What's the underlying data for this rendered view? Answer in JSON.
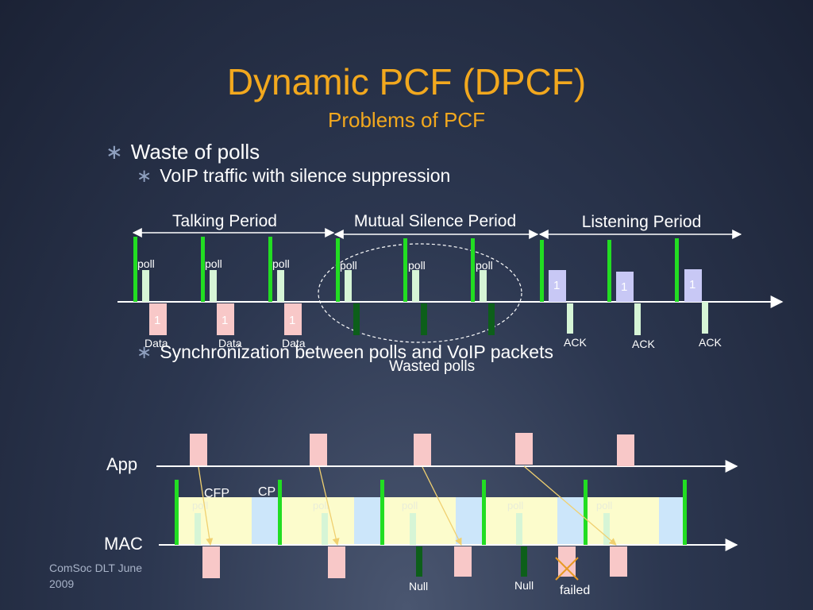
{
  "slide": {
    "title": "Dynamic PCF (DPCF)",
    "subtitle": "Problems of PCF",
    "bullets": [
      "Waste of polls",
      "VoIP traffic with silence suppression",
      "Synchronization between polls and VoIP packets"
    ],
    "bullet_marker": "∗",
    "footer": "ComSoc DLT June 2009"
  },
  "diagram1": {
    "periods": [
      "Talking Period",
      "Mutual Silence Period",
      "Listening Period"
    ],
    "poll_label": "poll",
    "data_label": "Data",
    "ack_label": "ACK",
    "packet_number": "1",
    "wasted_label": "Wasted polls"
  },
  "diagram2": {
    "app_label": "App",
    "mac_label": "MAC",
    "cfp_label": "CFP",
    "cp_label": "CP",
    "poll_label": "poll",
    "null_label": "Null",
    "failed_label": "failed"
  },
  "colors": {
    "title": "#f2a81e",
    "beacon": "#22dd22",
    "poll_bar": "#d6f5d6",
    "data_bar": "#f8c8c8",
    "null_bar": "#0d5f1a",
    "listen_bar": "#c8c8f5",
    "cfp_block": "#fcfccc",
    "cp_block": "#cce6fa",
    "arrow_line": "#f0d070"
  }
}
